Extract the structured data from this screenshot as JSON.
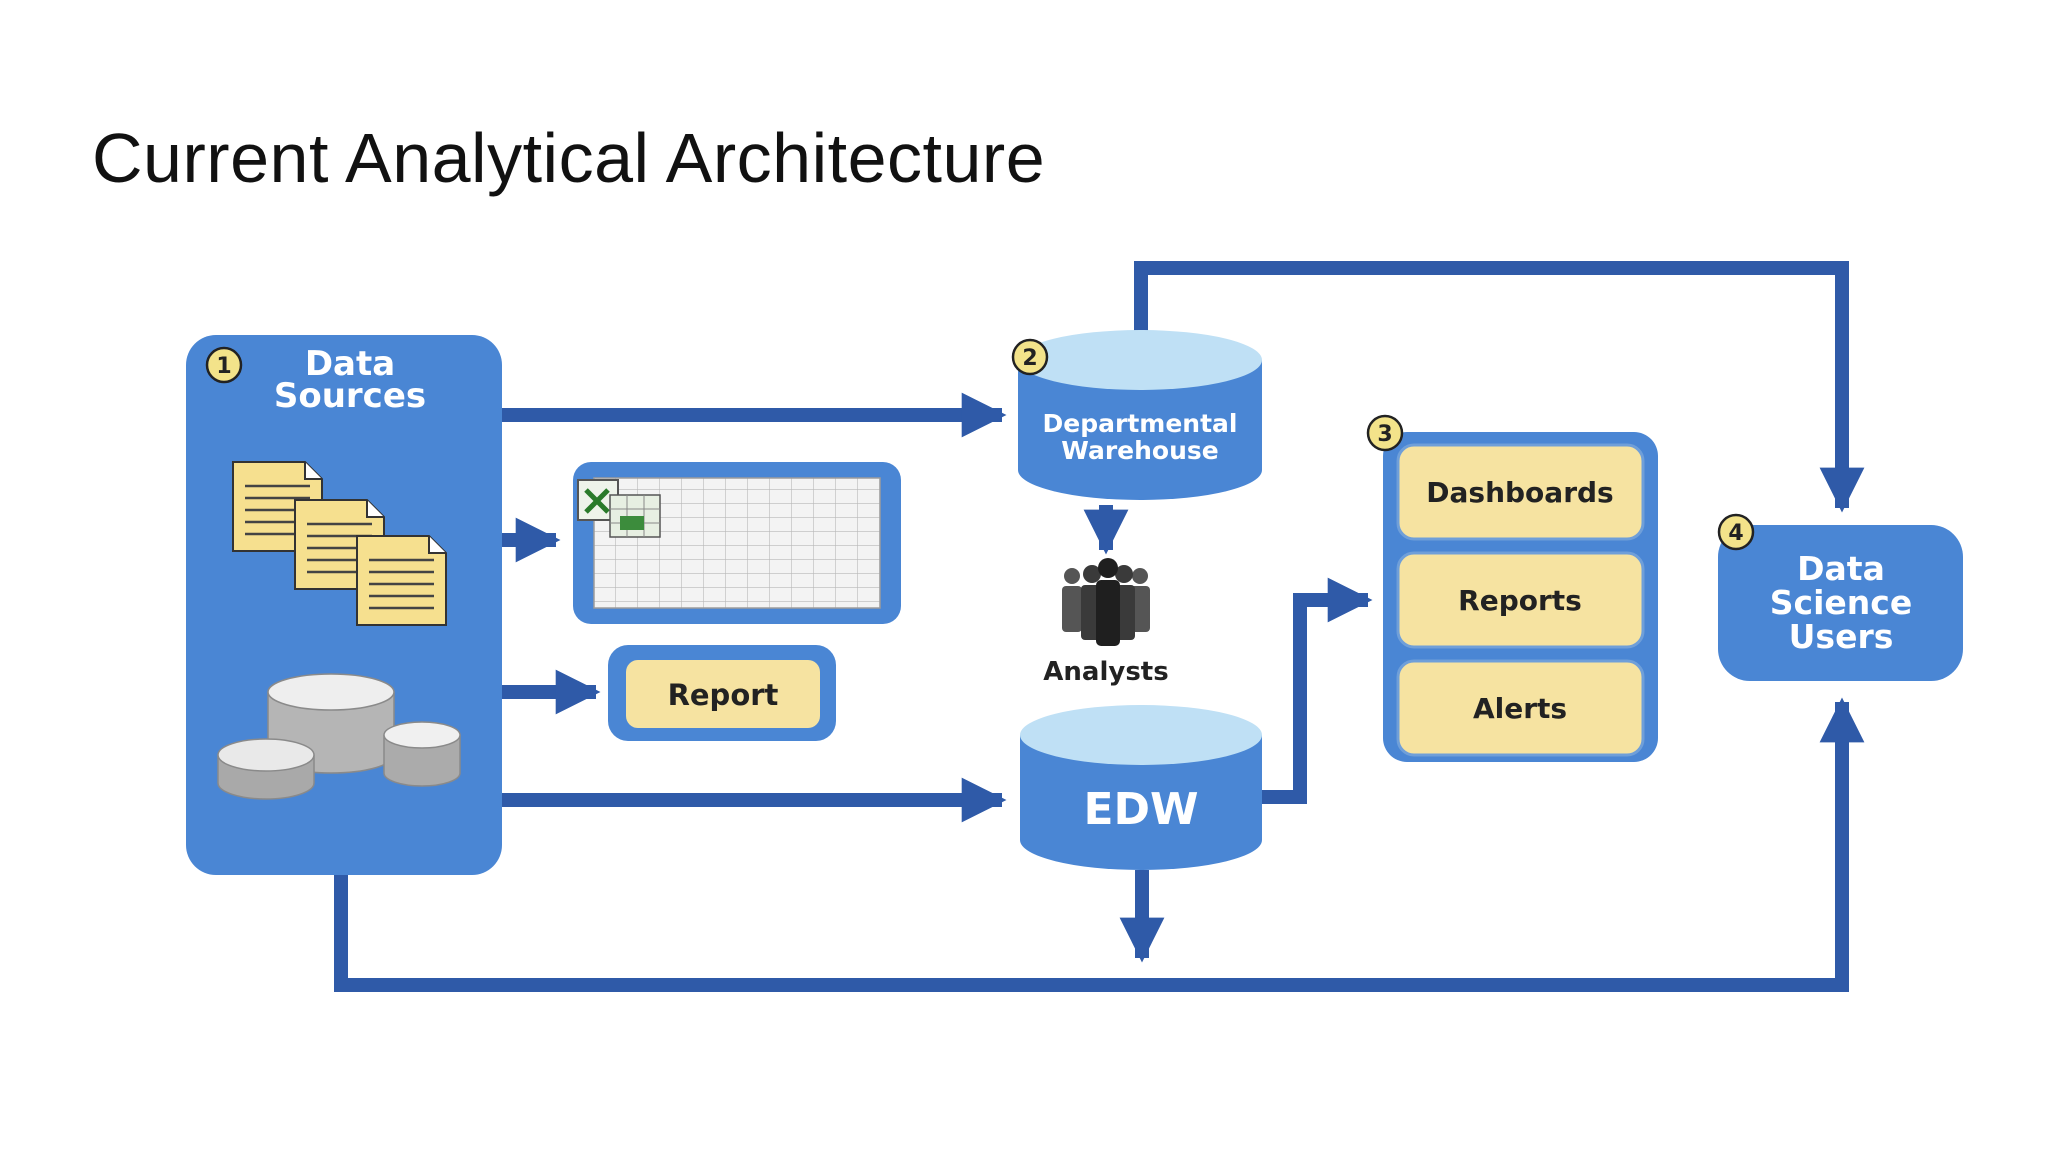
{
  "title": "Current Analytical Architecture",
  "colors": {
    "accent_blue": "#2f5aa8",
    "panel_blue": "#4a86d4",
    "cylinder_top": "#bfe0f5",
    "tan": "#f6e3a1",
    "badge": "#f3e38a"
  },
  "nodes": {
    "data_sources": {
      "number": "1",
      "line1": "Data",
      "line2": "Sources"
    },
    "spreadsheet": {
      "icon": "excel-spreadsheet-icon"
    },
    "report": {
      "label": "Report"
    },
    "departmental_warehouse": {
      "number": "2",
      "line1": "Departmental",
      "line2": "Warehouse"
    },
    "analysts": {
      "label": "Analysts",
      "icon": "people-group-icon"
    },
    "edw": {
      "label": "EDW"
    },
    "outputs": {
      "number": "3",
      "items": [
        "Dashboards",
        "Reports",
        "Alerts"
      ]
    },
    "data_science_users": {
      "number": "4",
      "line1": "Data",
      "line2": "Science",
      "line3": "Users"
    }
  }
}
